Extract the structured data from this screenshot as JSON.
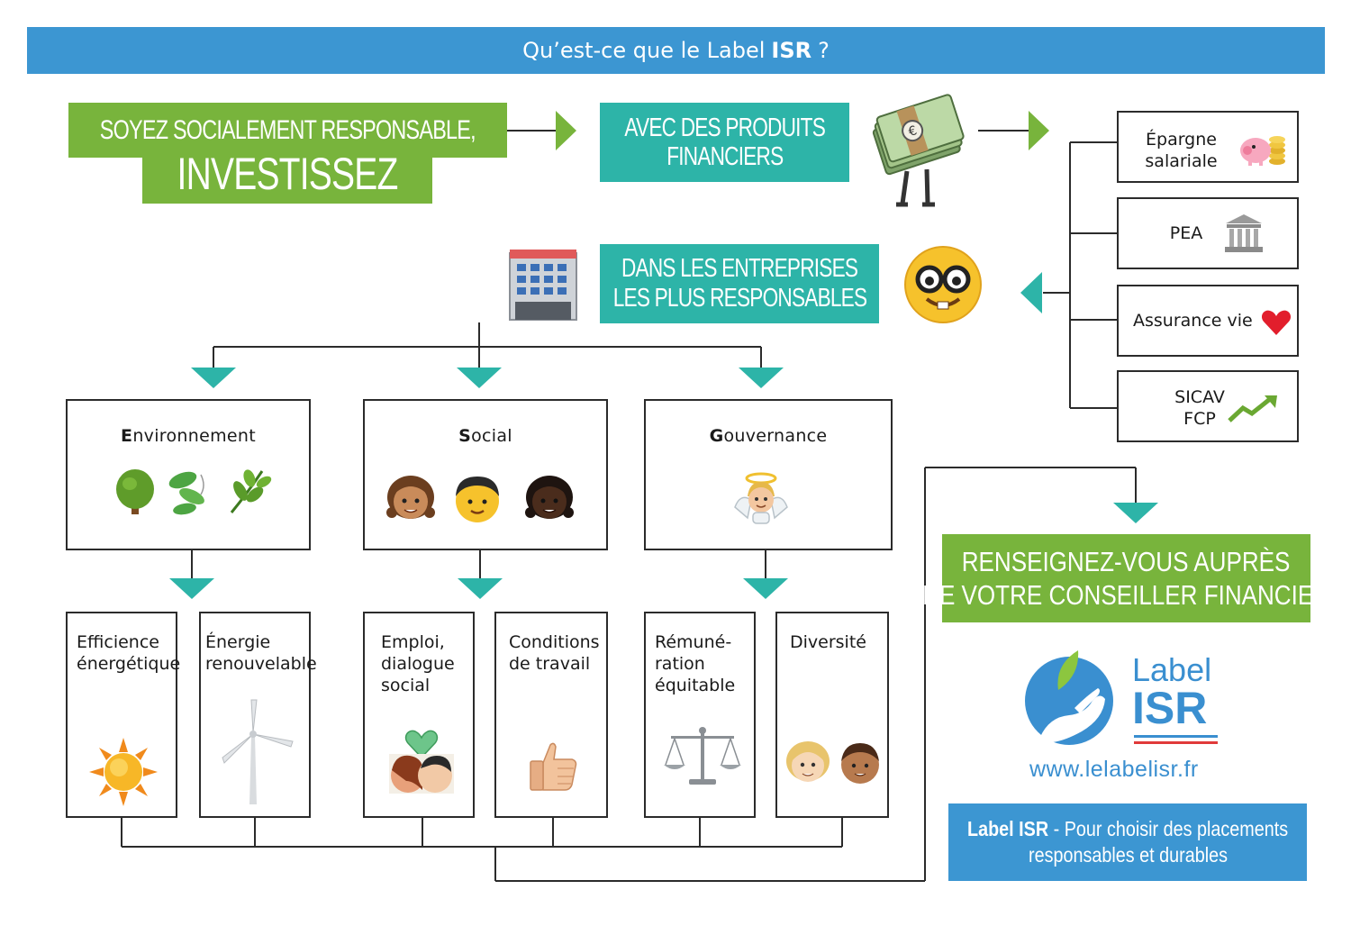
{
  "header": {
    "prefix": "Qu’est-ce que le Label",
    "bold": "ISR",
    "suffix": "?"
  },
  "step1": {
    "line1": "SOYEZ SOCIALEMENT RESPONSABLE,",
    "line2": "INVESTISSEZ"
  },
  "step2": {
    "line1": "AVEC DES PRODUITS",
    "line2": "FINANCIERS"
  },
  "step3": {
    "line1": "DANS LES ENTREPRISES",
    "line2": "LES PLUS RESPONSABLES"
  },
  "products": [
    {
      "line1": "Épargne",
      "line2": "salariale",
      "icon": "piggy-bank-icon"
    },
    {
      "line1": "PEA",
      "line2": "",
      "icon": "bank-icon"
    },
    {
      "line1": "Assurance vie",
      "line2": "",
      "icon": "heart-icon"
    },
    {
      "line1": "SICAV",
      "line2": "FCP",
      "icon": "chart-up-icon"
    }
  ],
  "categories": [
    {
      "initial": "E",
      "rest": "nvironnement",
      "icons": [
        "tree-icon",
        "leaves-icon",
        "herb-icon"
      ]
    },
    {
      "initial": "S",
      "rest": "ocial",
      "icons": [
        "girl-icon",
        "boy-icon",
        "girl-dark-icon"
      ]
    },
    {
      "initial": "G",
      "rest": "ouvernance",
      "icons": [
        "angel-icon"
      ]
    }
  ],
  "criteria": [
    {
      "lines": [
        "Efficience",
        "énergétique",
        ""
      ],
      "icon": "sun-icon"
    },
    {
      "lines": [
        "Énergie",
        "renouvelable",
        ""
      ],
      "icon": "wind-turbine-icon"
    },
    {
      "lines": [
        "Emploi,",
        "dialogue",
        "social"
      ],
      "icon": "kiss-icon"
    },
    {
      "lines": [
        "Conditions",
        "de travail",
        ""
      ],
      "icon": "thumbs-up-icon"
    },
    {
      "lines": [
        "Rémuné-",
        "ration",
        "équitable"
      ],
      "icon": "scales-icon"
    },
    {
      "lines": [
        "Diversité",
        "",
        ""
      ],
      "icon": "people-icon"
    }
  ],
  "advice": {
    "line1": "RENSEIGNEZ-VOUS AUPRÈS",
    "line2": "DE VOTRE CONSEILLER FINANCIER"
  },
  "logo": {
    "word1": "Label",
    "word2": "ISR",
    "url": "www.lelabelisr.fr"
  },
  "footer": {
    "bold": "Label ISR",
    "line1_rest": " - Pour choisir des placements",
    "line2": "responsables et durables"
  },
  "colors": {
    "blue": "#3c96d2",
    "green": "#78b43c",
    "teal": "#2db4a8",
    "logo_blue": "#3a8fd0"
  }
}
